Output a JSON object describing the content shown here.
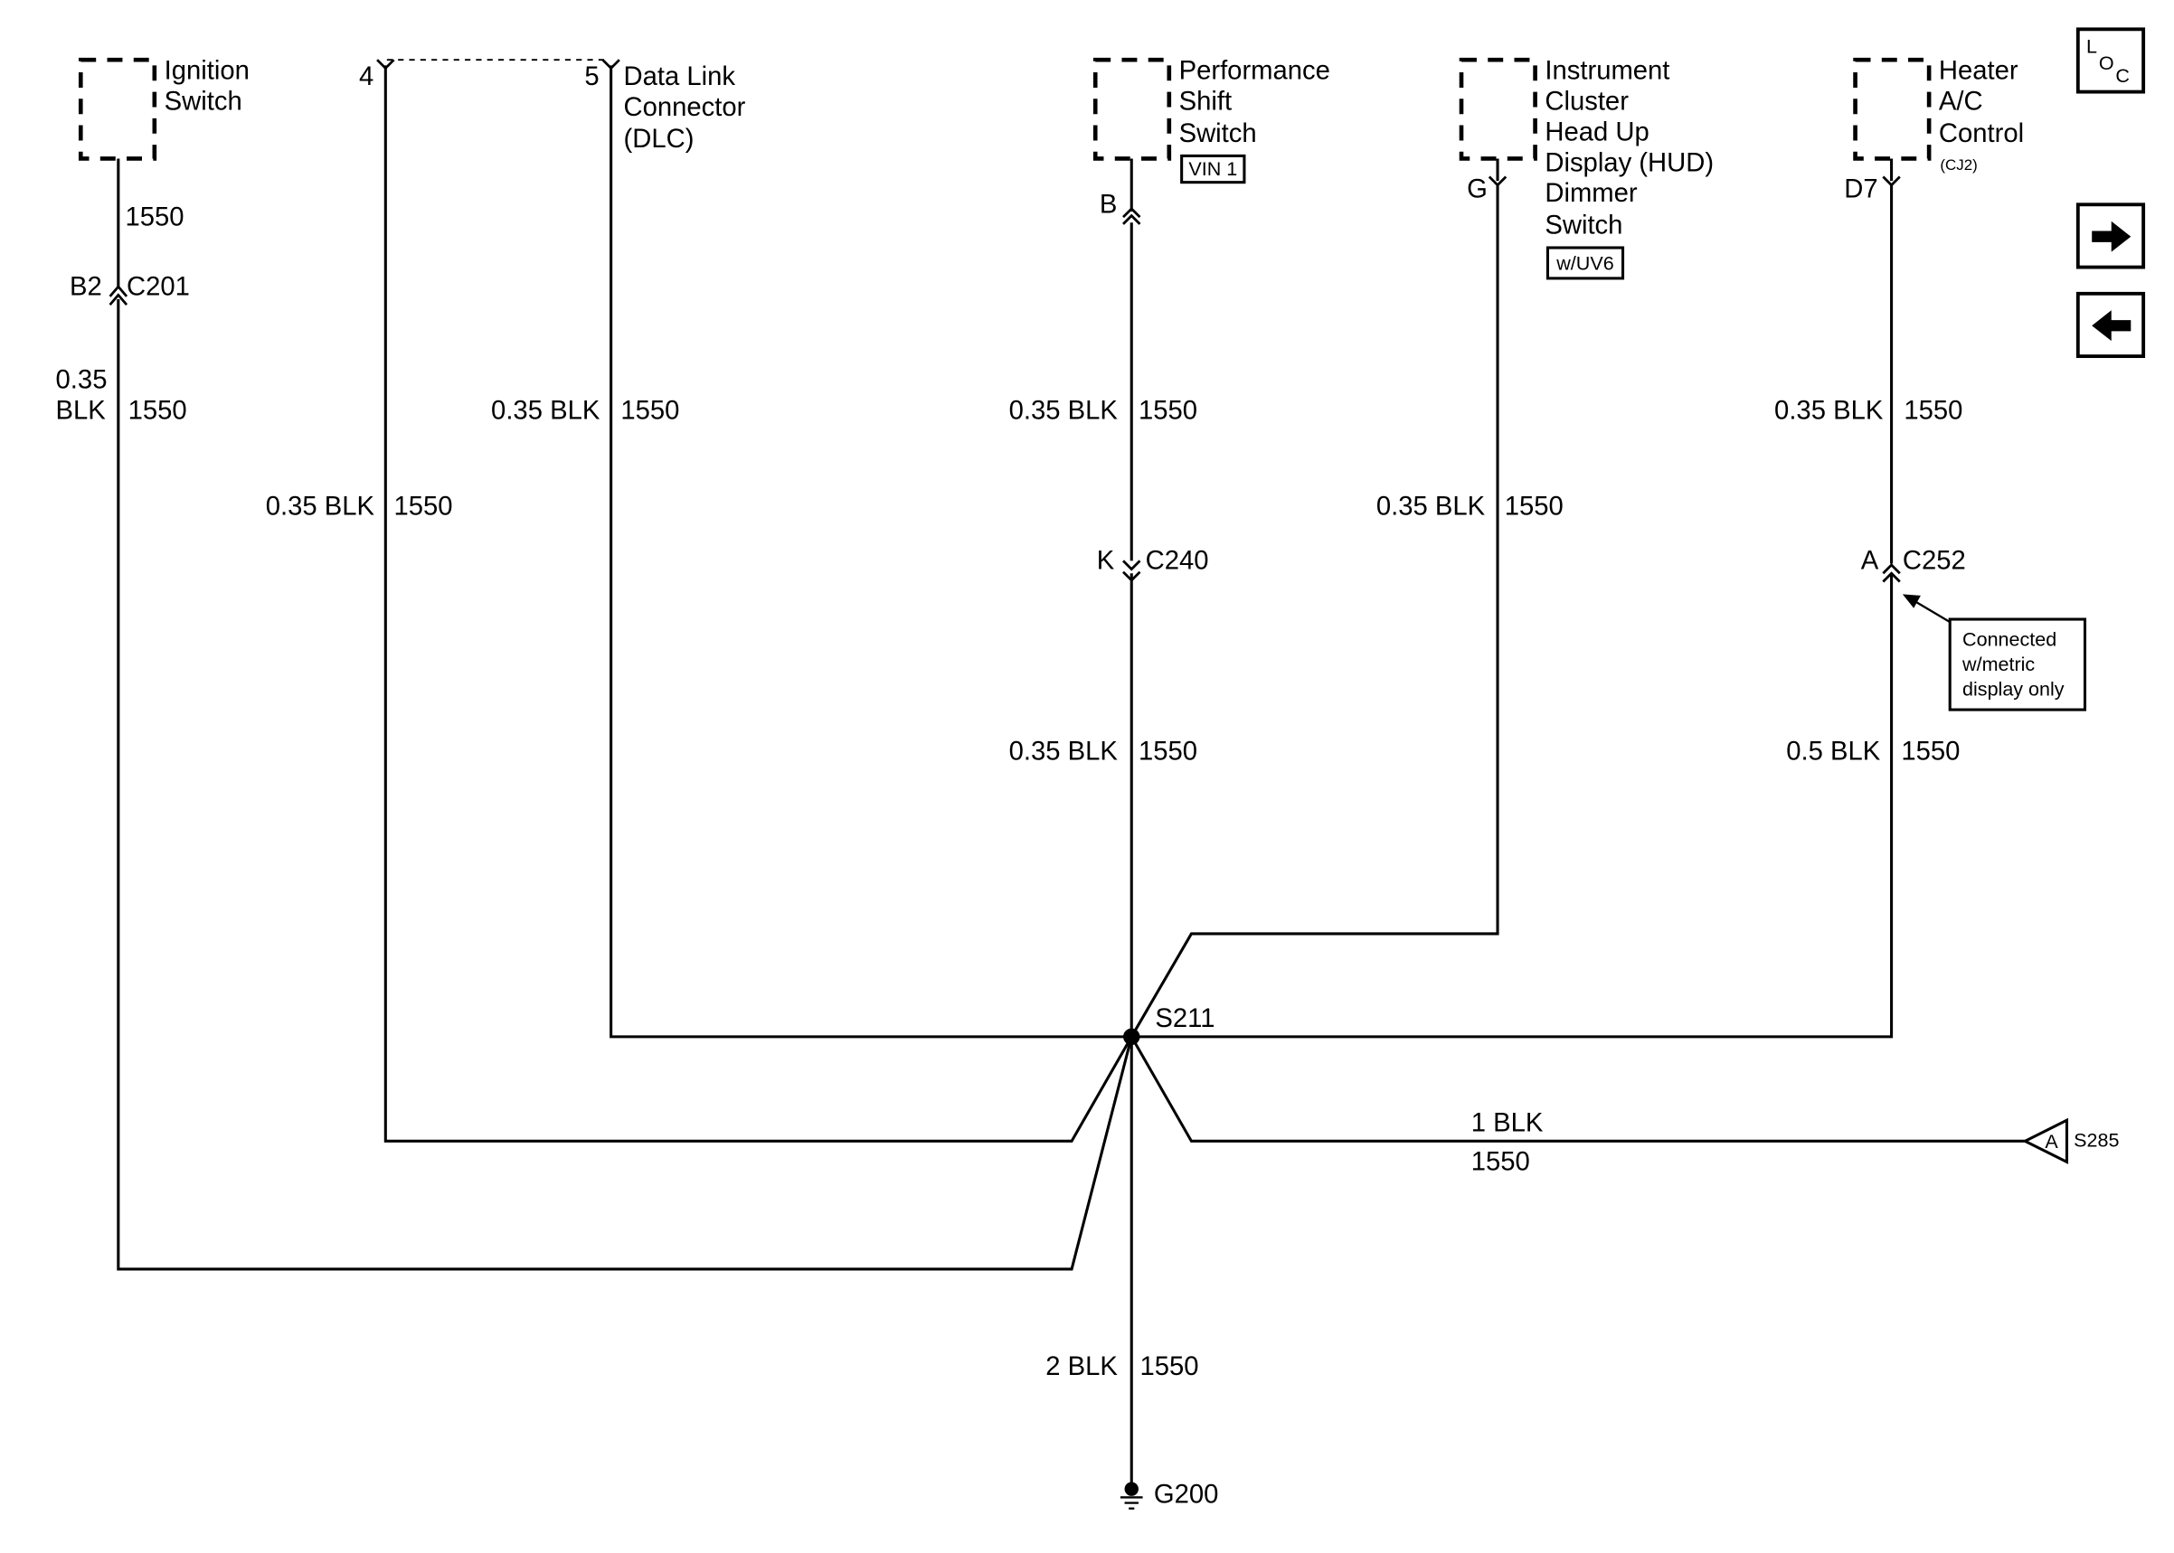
{
  "components": {
    "ignition_switch": {
      "name_lines": [
        "Ignition",
        "Switch"
      ]
    },
    "dlc": {
      "name_lines": [
        "Data Link",
        "Connector",
        "(DLC)"
      ],
      "pin_a": "4",
      "pin_b": "5"
    },
    "performance_shift_switch": {
      "name_lines": [
        "Performance",
        "Shift",
        "Switch"
      ],
      "option_badge": "VIN 1",
      "pin": "B"
    },
    "hud_dimmer_switch": {
      "name_lines": [
        "Instrument",
        "Cluster",
        "Head Up",
        "Display (HUD)",
        "Dimmer",
        "Switch"
      ],
      "option_badge": "w/UV6",
      "pin": "G"
    },
    "heater_ac_control": {
      "name_lines": [
        "Heater",
        "A/C",
        "Control"
      ],
      "connector": "(CJ2)",
      "pin": "D7"
    }
  },
  "connectors": {
    "c201": {
      "pin": "B2",
      "name": "C201"
    },
    "c240": {
      "pin": "K",
      "name": "C240"
    },
    "c252": {
      "pin": "A",
      "name": "C252",
      "note_lines": [
        "Connected",
        "w/metric",
        "display only"
      ]
    }
  },
  "wires": {
    "ign_upper": {
      "circuit": "1550"
    },
    "ign_lower": {
      "gauge_lines": [
        "0.35",
        "BLK"
      ],
      "circuit": "1550"
    },
    "dlc4": {
      "gauge": "0.35 BLK",
      "circuit": "1550"
    },
    "dlc5": {
      "gauge": "0.35 BLK",
      "circuit": "1550"
    },
    "perf_upper": {
      "gauge": "0.35 BLK",
      "circuit": "1550"
    },
    "perf_lower": {
      "gauge": "0.35 BLK",
      "circuit": "1550"
    },
    "hud": {
      "gauge": "0.35 BLK",
      "circuit": "1550"
    },
    "hvac_upper": {
      "gauge": "0.35 BLK",
      "circuit": "1550"
    },
    "hvac_lower": {
      "gauge": "0.5 BLK",
      "circuit": "1550"
    },
    "s285": {
      "gauge": "1 BLK",
      "circuit": "1550"
    },
    "ground": {
      "gauge": "2 BLK",
      "circuit": "1550"
    }
  },
  "splice": {
    "name": "S211"
  },
  "ground": {
    "name": "G200"
  },
  "offpage": {
    "letter": "A",
    "name": "S285"
  },
  "nav": {
    "loc_letters": [
      "L",
      "O",
      "C"
    ],
    "forward_icon": "arrow-right-icon",
    "back_icon": "arrow-left-icon"
  }
}
